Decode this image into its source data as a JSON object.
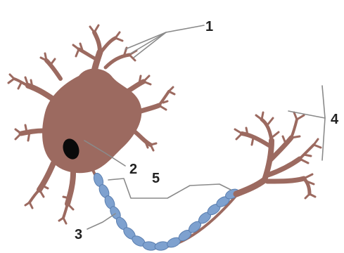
{
  "labels": {
    "dendrites": "1",
    "nucleus": "2",
    "axon": "3",
    "axon_terminals": "4",
    "myelin_sheath": "5"
  },
  "colors": {
    "cell": "#9c6a60",
    "nucleus": "#0a0a0a",
    "myelin": "#7ea1cf",
    "myelin_edge": "#5b7fb0",
    "leader": "#8a8a8a",
    "text": "#222222"
  }
}
